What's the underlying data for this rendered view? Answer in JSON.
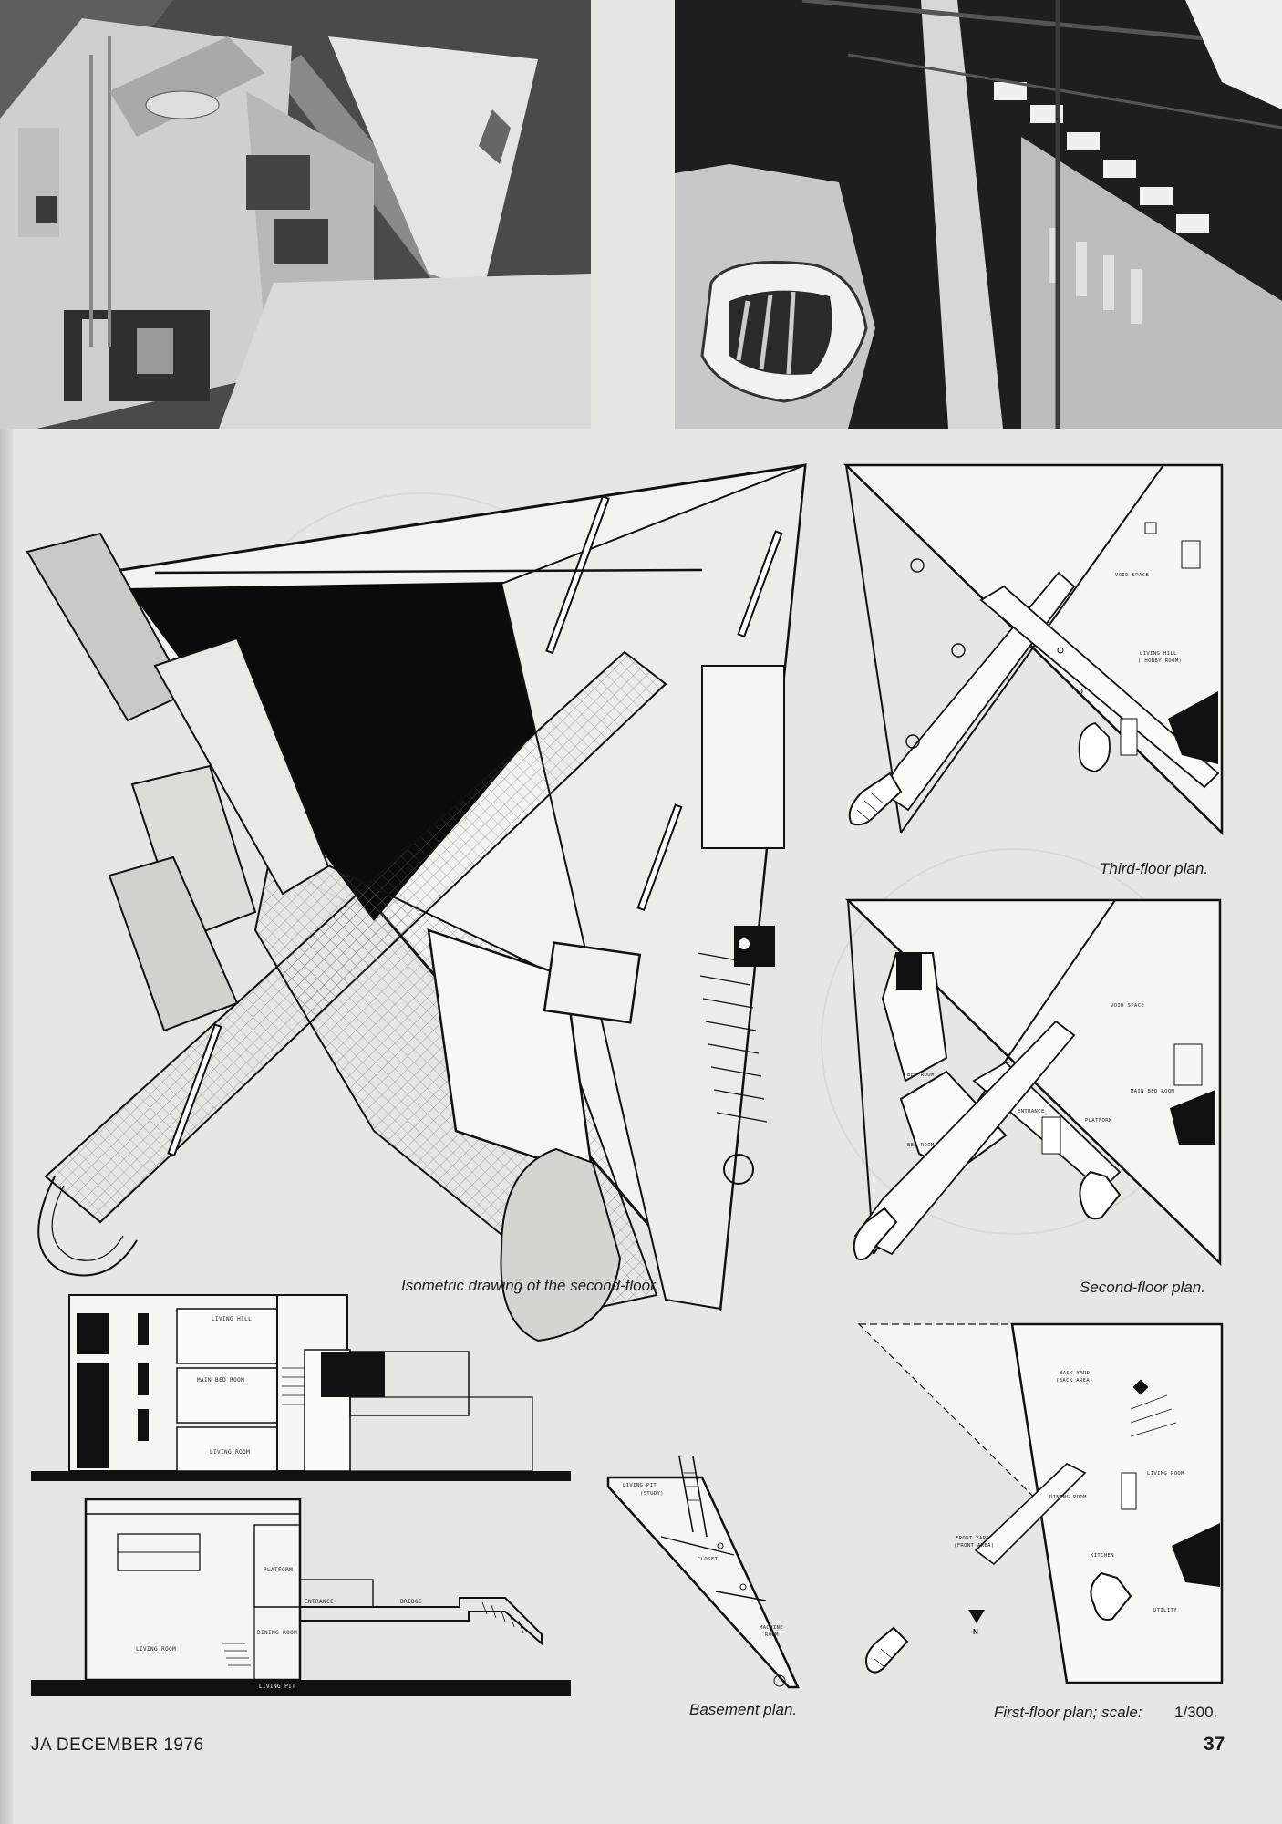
{
  "captions": {
    "isometric": "Isometric drawing of the second-floor.",
    "third_floor": "Third-floor plan.",
    "second_floor": "Second-floor plan.",
    "basement": "Basement plan.",
    "first_floor": "First-floor plan; scale:",
    "first_floor_scale": "1/300."
  },
  "labels": {
    "third": {
      "void_space": "VOID SPACE",
      "living_hill": "LIVING HILL",
      "hobby_room": "( HOBBY ROOM)"
    },
    "second": {
      "void_space": "VOID SPACE",
      "main_bed_room": "MAIN BED ROOM",
      "bed_room_1": "BED ROOM",
      "bed_room_2": "BED ROOM",
      "entrance": "ENTRANCE",
      "platform": "PLATFORM"
    },
    "first": {
      "back_yard": "BACK YARD",
      "back_area": "(BACK AREA)",
      "living_room": "LIVING ROOM",
      "dining_room": "DINING ROOM",
      "front_yard": "FRONT YARD",
      "front_area": "(FRONT AREA)",
      "kitchen": "KITCHEN",
      "utility": "UTILITY",
      "north": "N"
    },
    "basement": {
      "living_pit": "LIVING PIT",
      "study": "(STUDY)",
      "closet": "CLOSET",
      "machine_room_1": "MACHINE",
      "machine_room_2": "ROOM"
    },
    "section_a": {
      "living_hill": "LIVING HILL",
      "main_bed_room": "MAIN BED ROOM",
      "living_room": "LIVING ROOM"
    },
    "section_b": {
      "platform": "PLATFORM",
      "entrance": "ENTRANCE",
      "bridge": "BRIDGE",
      "dining_room": "DINING ROOM",
      "living_room": "LIVING ROOM",
      "living_pit": "LIVING PIT"
    }
  },
  "footer": {
    "folio": "JA DECEMBER 1976",
    "page_number": "37"
  }
}
